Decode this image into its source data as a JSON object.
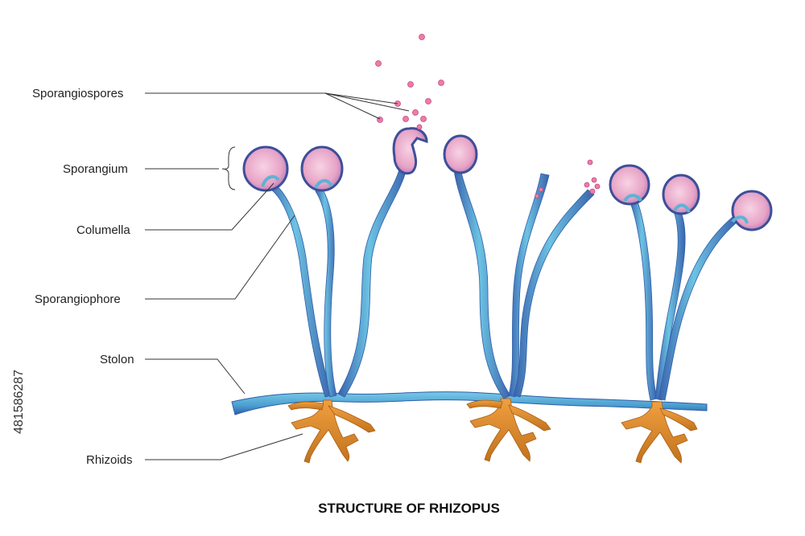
{
  "diagram": {
    "title": "STRUCTURE OF RHIZOPUS",
    "stock_id": "481586287",
    "labels": {
      "sporangiospores": "Sporangiospores",
      "sporangium": "Sporangium",
      "columella": "Columella",
      "sporangiophore": "Sporangiophore",
      "stolon": "Stolon",
      "rhizoids": "Rhizoids"
    }
  },
  "colors": {
    "hypha": "#5cb3d6",
    "hypha_dark": "#3560a8",
    "sporangium_fill": "#e9a9c8",
    "sporangium_edge": "#3d4f9a",
    "spore": "#f07aa8",
    "rhizoid": "#d98a2b",
    "rhizoid_dark": "#a85e14"
  }
}
